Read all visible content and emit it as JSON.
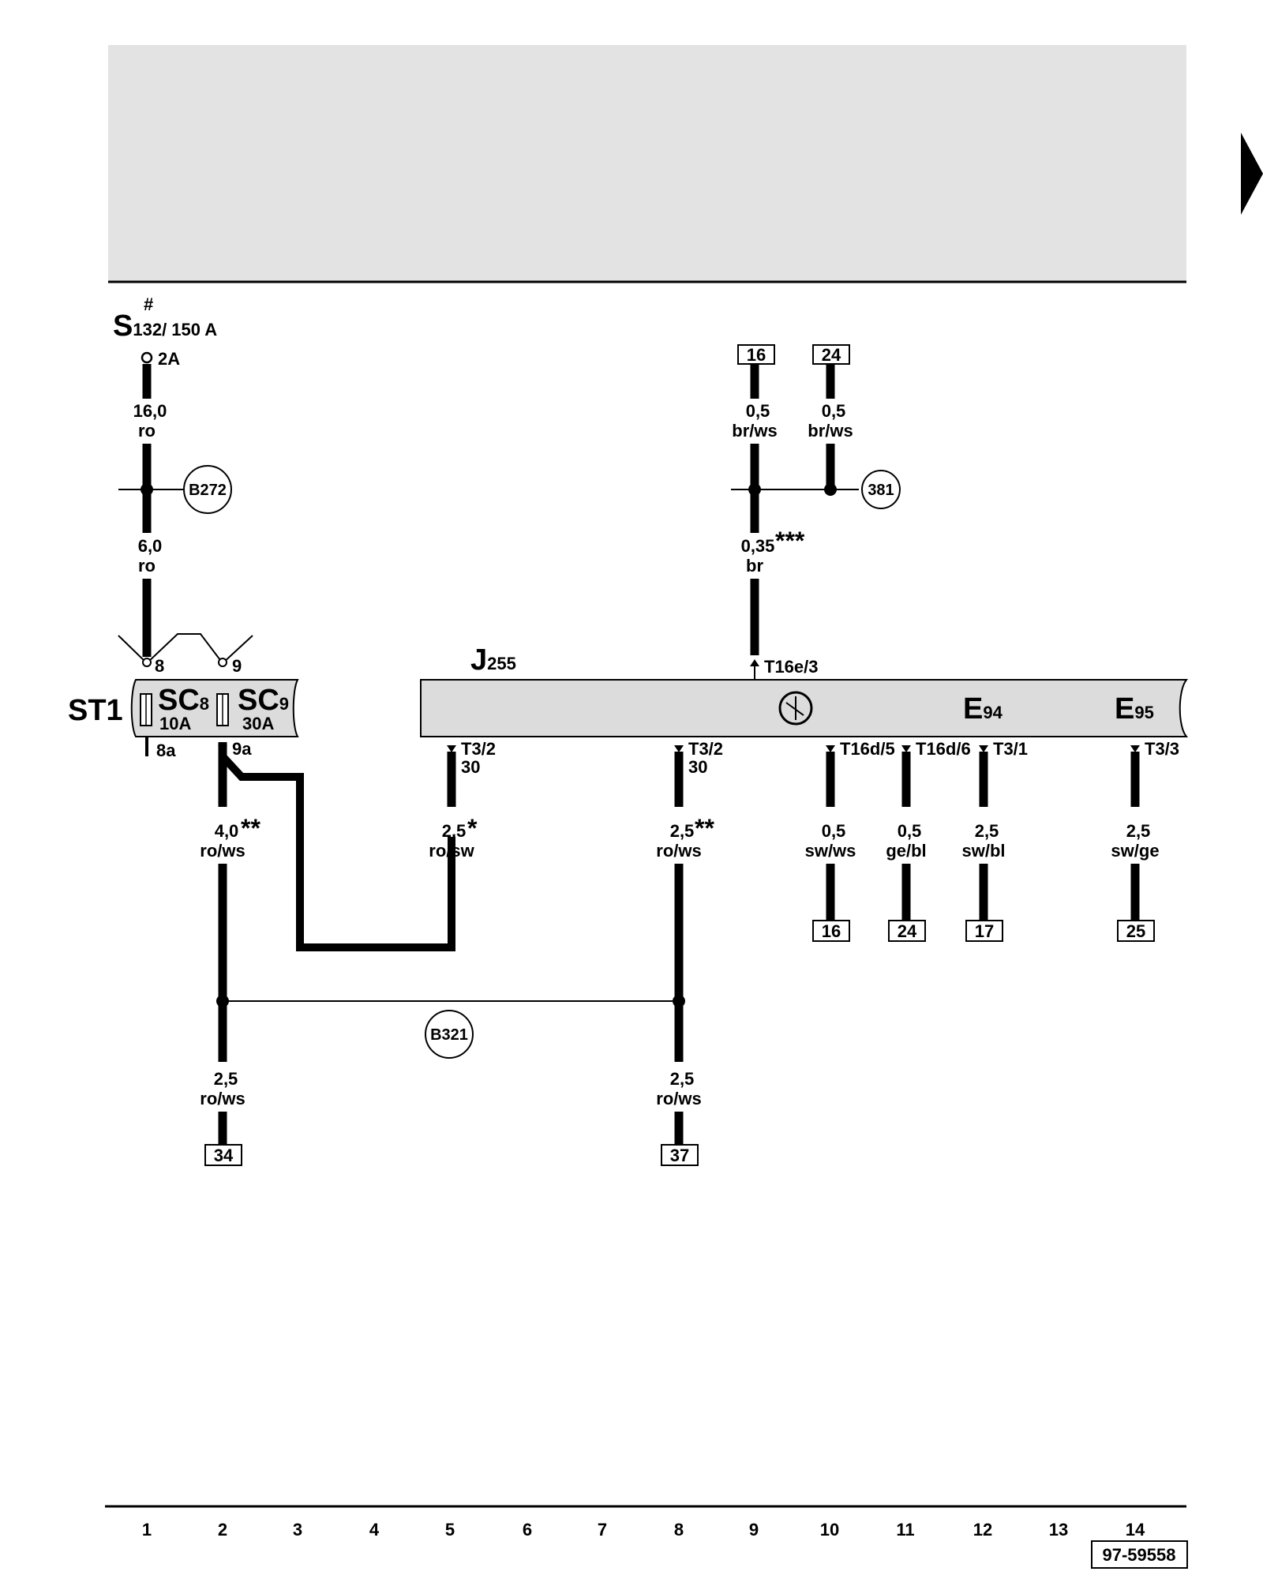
{
  "colors": {
    "header_band": "#e3e3e3",
    "component_fill": "#dcdcdc",
    "line": "#000000"
  },
  "fuse_s132": {
    "hash": "#",
    "letter": "S",
    "sub": "132/ 150 A",
    "terminal": "2A"
  },
  "ground_points": {
    "b272": "B272",
    "p381": "381",
    "b321": "B321"
  },
  "fuse_box": {
    "name": "ST1",
    "sc8_label": "SC",
    "sc8_num": "8",
    "sc8_amp": "10A",
    "sc9_label": "SC",
    "sc9_num": "9",
    "sc9_amp": "30A",
    "pin8": "8",
    "pin9": "9",
    "pin8a": "8a",
    "pin9a": "9a"
  },
  "control_unit": {
    "letter": "J",
    "sub": "255",
    "conn_top": "T16e/3",
    "e94_letter": "E",
    "e94_sub": "94",
    "e95_letter": "E",
    "e95_sub": "95"
  },
  "connectors": {
    "j_t32a": "T3/2",
    "j_t32a_pin": "30",
    "j_t32b": "T3/2",
    "j_t32b_pin": "30",
    "t16d5": "T16d/5",
    "t16d6": "T16d/6",
    "t31": "T3/1",
    "t33": "T3/3"
  },
  "wires": {
    "w1a": {
      "size": "16,0",
      "color": "ro"
    },
    "w1b": {
      "size": "6,0",
      "color": "ro"
    },
    "w2a": {
      "size": "4,0",
      "mark": "**",
      "color": "ro/ws"
    },
    "w2b": {
      "size": "2,5",
      "color": "ro/ws"
    },
    "w5": {
      "size": "2,5",
      "mark": "*",
      "color": "ro/sw"
    },
    "w8a": {
      "size": "2,5",
      "mark": "**",
      "color": "ro/ws"
    },
    "w8b": {
      "size": "2,5",
      "color": "ro/ws"
    },
    "w9a": {
      "size": "0,5",
      "color": "br/ws"
    },
    "w9b": {
      "size": "0,35",
      "mark": "***",
      "color": "br"
    },
    "w10top": {
      "size": "0,5",
      "color": "br/ws"
    },
    "w10": {
      "size": "0,5",
      "color": "sw/ws"
    },
    "w11": {
      "size": "0,5",
      "color": "ge/bl"
    },
    "w12": {
      "size": "2,5",
      "color": "sw/bl"
    },
    "w14": {
      "size": "2,5",
      "color": "sw/ge"
    }
  },
  "refs": {
    "r_top9": "16",
    "r_top10": "24",
    "r34": "34",
    "r37": "37",
    "r16": "16",
    "r24": "24",
    "r17": "17",
    "r25": "25"
  },
  "footer": {
    "columns": [
      "1",
      "2",
      "3",
      "4",
      "5",
      "6",
      "7",
      "8",
      "9",
      "10",
      "11",
      "12",
      "13",
      "14"
    ],
    "doc_number": "97-59558"
  }
}
